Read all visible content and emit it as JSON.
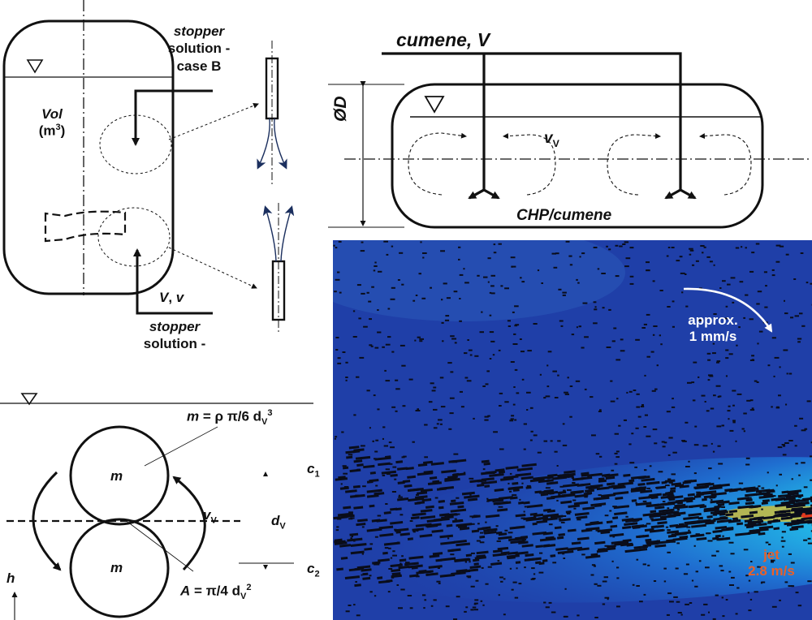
{
  "left_vessel": {
    "volume_label": "Vol",
    "volume_unit_base": "(m",
    "volume_unit_exp": "3",
    "volume_unit_close": ")",
    "stopper_top_line1": "stopper",
    "stopper_top_line2": "solution -",
    "stopper_top_line3": "case B",
    "inlet_label_V": "V",
    "inlet_label_sep": ", ",
    "inlet_label_v": "v",
    "stopper_bottom_line1": "stopper",
    "stopper_bottom_line2": "solution -"
  },
  "right_vessel": {
    "feed_label": "cumene, V",
    "diameter_label": "ØD",
    "velocity_base": "v",
    "velocity_sub": "V",
    "content_label": "CHP/cumene"
  },
  "vortex_model": {
    "mass_label_top": "m",
    "mass_label_bottom": "m",
    "mass_eq_lhs": "m",
    "mass_eq_rhs": " = ρ π/6 d",
    "mass_eq_sub": "V",
    "mass_eq_exp": "3",
    "velocity_base": "v",
    "velocity_sub": "V",
    "c1_base": "c",
    "c1_sub": "1",
    "c2_base": "c",
    "c2_sub": "2",
    "dv_base": "d",
    "dv_sub": "V",
    "area_eq_lhs": "A",
    "area_eq_rhs": " = π/4 d",
    "area_eq_sub": "V",
    "area_eq_exp": "2",
    "height_label": "h"
  },
  "piv_image": {
    "flow_label_line1": "approx.",
    "flow_label_line2": "1 mm/s",
    "jet_label_line1": "jet",
    "jet_label_line2": "2.8 m/s",
    "colors": {
      "background": "#1f3fa8",
      "jet_core": "#e23a1f",
      "jet_label": "#e8602a"
    }
  }
}
